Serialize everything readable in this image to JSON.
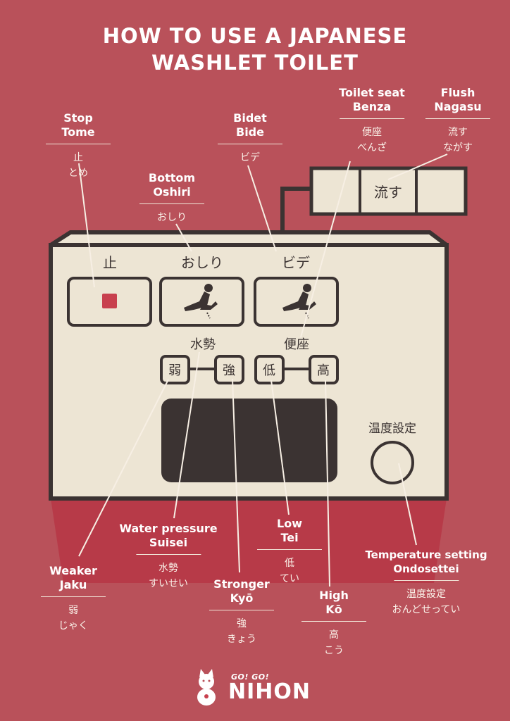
{
  "title": {
    "line1": "HOW TO USE A JAPANESE",
    "line2": "WASHLET TOILET"
  },
  "panel_labels": {
    "stop": "止",
    "bottom": "おしり",
    "bidet": "ビデ",
    "water_pressure": "水勢",
    "toilet_seat": "便座",
    "weak": "弱",
    "strong": "強",
    "low": "低",
    "high": "高",
    "temperature": "温度設定",
    "flush": "流す"
  },
  "callouts": {
    "stop": {
      "en1": "Stop",
      "en2": "Tome",
      "jp1": "止",
      "jp2": "とめ"
    },
    "bottom": {
      "en1": "Bottom",
      "en2": "Oshiri",
      "jp1": "おしり"
    },
    "bidet": {
      "en1": "Bidet",
      "en2": "Bide",
      "jp1": "ビデ"
    },
    "toilet_seat": {
      "en1": "Toilet seat",
      "en2": "Benza",
      "jp1": "便座",
      "jp2": "べんざ"
    },
    "flush": {
      "en1": "Flush",
      "en2": "Nagasu",
      "jp1": "流す",
      "jp2": "ながす"
    },
    "weaker": {
      "en1": "Weaker",
      "en2": "Jaku",
      "jp1": "弱",
      "jp2": "じゃく"
    },
    "water_pressure": {
      "en1": "Water pressure",
      "en2": "Suisei",
      "jp1": "水勢",
      "jp2": "すいせい"
    },
    "stronger": {
      "en1": "Stronger",
      "en2": "Kyō",
      "jp1": "強",
      "jp2": "きょう"
    },
    "low": {
      "en1": "Low",
      "en2": "Tei",
      "jp1": "低",
      "jp2": "てい"
    },
    "high": {
      "en1": "High",
      "en2": "Kō",
      "jp1": "高",
      "jp2": "こう"
    },
    "temperature": {
      "en1": "Temperature setting",
      "en2": "Ondosettei",
      "jp1": "温度設定",
      "jp2": "おんどせってい"
    }
  },
  "logo": {
    "small": "GO! GO!",
    "big": "NIHON"
  },
  "colors": {
    "background": "#b9515a",
    "panel": "#ede5d4",
    "outline": "#3b3332",
    "stop_button": "#c8404e",
    "display": "#3b3332",
    "toilet_shadow": "#b73a48"
  }
}
